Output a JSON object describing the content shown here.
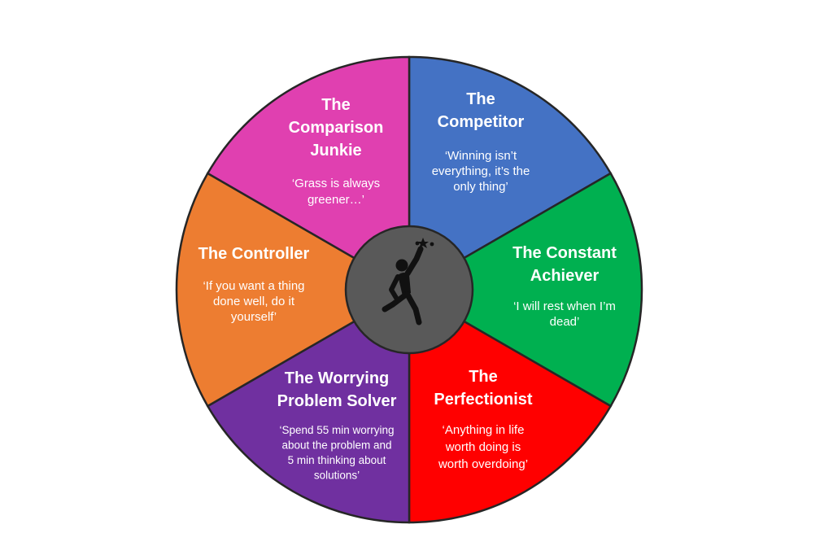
{
  "center": {
    "icon": "person-reaching-for-stars-icon",
    "fill": "#595959"
  },
  "segments": [
    {
      "id": "competitor",
      "color": "#4472C4",
      "title": [
        "The",
        "Competitor"
      ],
      "quote": [
        "‘Winning isn’t",
        "everything, it’s the",
        "only thing’"
      ]
    },
    {
      "id": "constant-achiever",
      "color": "#00B050",
      "title": [
        "The Constant",
        "Achiever"
      ],
      "quote": [
        "‘I will rest when I’m",
        "dead’"
      ]
    },
    {
      "id": "perfectionist",
      "color": "#FF0000",
      "title": [
        "The",
        "Perfectionist"
      ],
      "quote": [
        "‘Anything in life",
        "worth doing is",
        "worth overdoing’"
      ]
    },
    {
      "id": "worrying-problem-solver",
      "color": "#7030A0",
      "title": [
        "The Worrying",
        "Problem Solver"
      ],
      "quote": [
        "‘Spend 55 min worrying",
        "about the problem and",
        "5 min thinking about",
        "solutions’"
      ]
    },
    {
      "id": "controller",
      "color": "#ED7D31",
      "title": [
        "The Controller"
      ],
      "quote": [
        "‘If you want a thing",
        "done well, do it",
        "yourself’"
      ]
    },
    {
      "id": "comparison-junkie",
      "color": "#E040B0",
      "title": [
        "The",
        "Comparison",
        "Junkie"
      ],
      "quote": [
        "‘Grass is always",
        "greener…’"
      ]
    }
  ]
}
